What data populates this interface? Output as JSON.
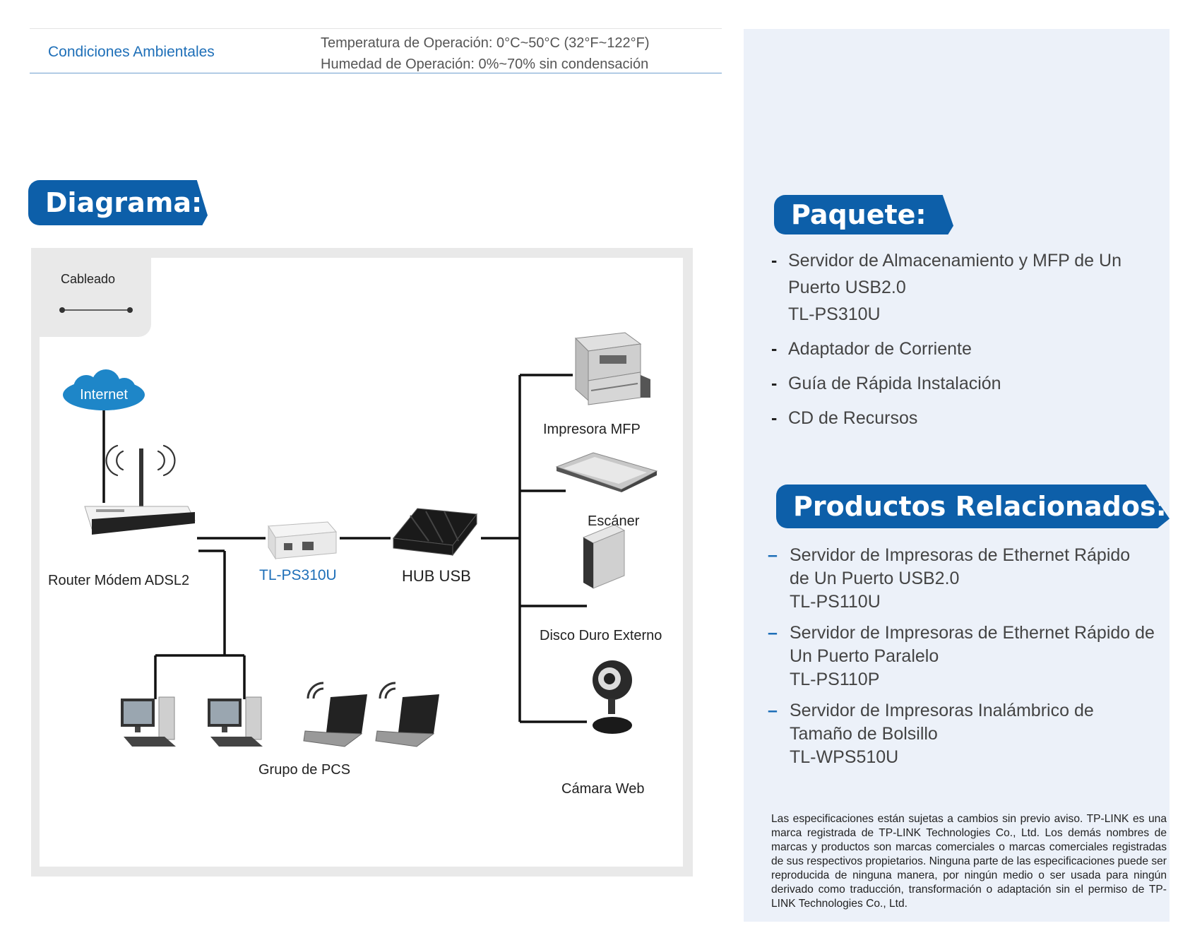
{
  "specs": {
    "label": "Condiciones Ambientales",
    "values": [
      "Temperatura de Operación: 0°C~50°C (32°F~122°F)",
      "Humedad de Operación: 0%~70% sin condensación"
    ]
  },
  "diagram": {
    "title": "Diagrama:",
    "legend_label": "Cableado",
    "labels": {
      "internet": "Internet",
      "router": "Router Módem ADSL2",
      "device": "TL-PS310U",
      "hub": "HUB USB",
      "pcs": "Grupo de PCS",
      "mfp": "Impresora MFP",
      "scanner": "Escáner",
      "disk": "Disco Duro Externo",
      "webcam": "Cámara Web"
    }
  },
  "package": {
    "title": "Paquete:",
    "items": [
      {
        "lines": [
          "Servidor de Almacenamiento y MFP de Un",
          "Puerto USB2.0",
          "TL-PS310U"
        ]
      },
      {
        "lines": [
          "Adaptador de Corriente"
        ]
      },
      {
        "lines": [
          "Guía de Rápida Instalación"
        ]
      },
      {
        "lines": [
          "CD de Recursos"
        ]
      }
    ]
  },
  "related": {
    "title": "Productos Relacionados:",
    "items": [
      {
        "lines": [
          "Servidor de Impresoras de Ethernet Rápido",
          "de Un Puerto USB2.0",
          "TL-PS110U"
        ]
      },
      {
        "lines": [
          "Servidor de Impresoras de Ethernet Rápido de",
          "Un Puerto Paralelo",
          "TL-PS110P"
        ]
      },
      {
        "lines": [
          "Servidor de Impresoras Inalámbrico de",
          "Tamaño de Bolsillo",
          "TL-WPS510U"
        ]
      }
    ]
  },
  "disclaimer": "Las especificaciones están sujetas a cambios sin previo aviso. TP-LINK es una marca registrada de TP-LINK Technologies Co., Ltd. Los demás nombres de marcas y productos son marcas comerciales o marcas comerciales registradas de sus respectivos propietarios. Ninguna parte de las especificaciones puede ser reproducida de ninguna manera, por ningún medio o ser usada para ningún derivado como traducción, transformación o adaptación sin el permiso de TP-LINK Technologies Co., Ltd.",
  "colors": {
    "brand_blue": "#0d5fa9",
    "accent_blue": "#1e6fb8",
    "panel_bg": "#ecf1f9"
  }
}
